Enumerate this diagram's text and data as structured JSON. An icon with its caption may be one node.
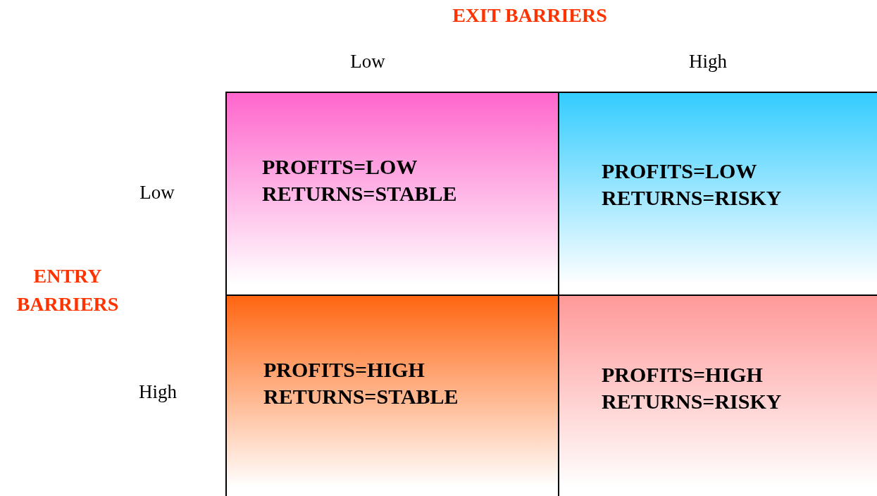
{
  "diagram": {
    "nodes": [
      {
        "text": [
          "PROFITS=LOW",
          "RETURNS=STABLE"
        ]
      },
      {
        "text": [
          "PROFITS=LOW",
          "RETURNS=RISKY"
        ]
      },
      {
        "text": [
          "PROFITS=HIGH",
          "RETURNS=STABLE"
        ]
      },
      {
        "text": [
          "PROFITS=HIGH",
          "RETURNS=RISKY"
        ]
      }
    ],
    "labels": [
      "EXIT BARRIERS",
      "Low",
      "High",
      "Low",
      "ENTRY BARRIERS",
      "High"
    ]
  }
}
